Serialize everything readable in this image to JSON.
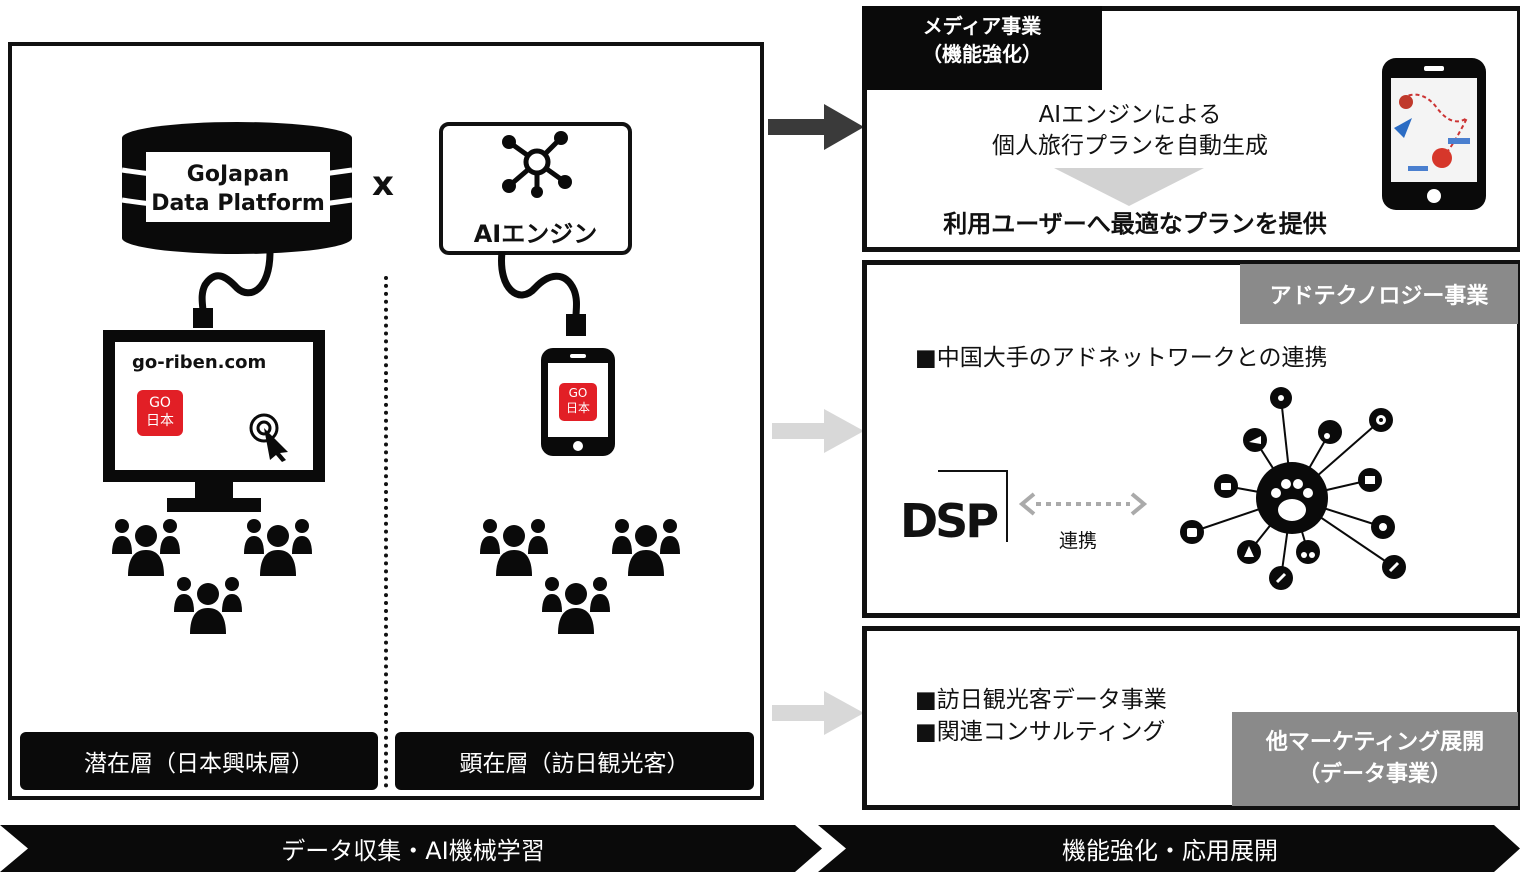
{
  "left": {
    "db_line1": "GoJapan",
    "db_line2": "Data Platform",
    "times": "x",
    "ai_engine": "AIエンジン",
    "site_url": "go-riben.com",
    "logo_line1": "GO",
    "logo_line2": "日本",
    "label_latent": "潜在層（日本興味層）",
    "label_manifest": "顕在層（訪日観光客）"
  },
  "media": {
    "tag_line1": "メディア事業",
    "tag_line2": "（機能強化）",
    "desc_line1": "AIエンジンによる",
    "desc_line2": "個人旅行プランを自動生成",
    "result": "利用ユーザーへ最適なプランを提供"
  },
  "adtech": {
    "tag": "アドテクノロジー事業",
    "bullet": "■中国大手のアドネットワークとの連携",
    "dsp": "DSP",
    "link_label": "連携"
  },
  "marketing": {
    "bullet1": "■訪日観光客データ事業",
    "bullet2": "■関連コンサルティング",
    "tag_line1": "他マーケティング展開",
    "tag_line2": "（データ事業）"
  },
  "banners": {
    "left": "データ収集・AI機械学習",
    "right": "機能強化・応用展開"
  },
  "colors": {
    "dark": "#0a0a0a",
    "gray_tag": "#8a8a8a",
    "arrow_dark": "#3a3a3a",
    "arrow_light": "#d8d8d8",
    "logo_red": "#e21f26"
  },
  "icons": [
    "database-icon",
    "network-icon",
    "monitor-icon",
    "cursor-click-icon",
    "smartphone-icon",
    "people-group-icon",
    "paw-icon",
    "music-icon",
    "plane-icon",
    "camera-icon"
  ]
}
